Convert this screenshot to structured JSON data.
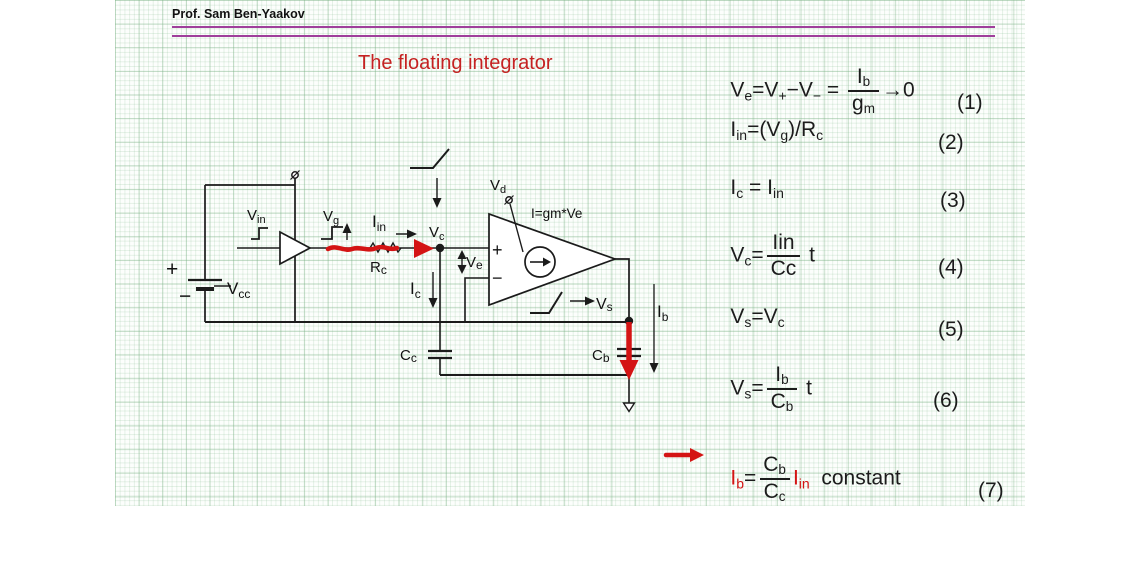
{
  "header": {
    "author": "Prof. Sam Ben-Yaakov"
  },
  "title": "The floating integrator",
  "colors": {
    "rule_purple": "#9f3f9b",
    "title_red": "#c52222",
    "annotation_red": "#d41414"
  },
  "circuit": {
    "vin": {
      "m": "V",
      "s": "in"
    },
    "vg": {
      "m": "V",
      "s": "g"
    },
    "iin": {
      "m": "I",
      "s": "in"
    },
    "rc": {
      "m": "R",
      "s": "c"
    },
    "vc": {
      "m": "V",
      "s": "c"
    },
    "ic": {
      "m": "I",
      "s": "c"
    },
    "cc": {
      "m": "C",
      "s": "c"
    },
    "vcc": {
      "m": "V",
      "s": "cc"
    },
    "ve": {
      "m": "V",
      "s": "e"
    },
    "vd": {
      "m": "V",
      "s": "d"
    },
    "vs": {
      "m": "V",
      "s": "s"
    },
    "cb": {
      "m": "C",
      "s": "b"
    },
    "ib": {
      "m": "I",
      "s": "b"
    },
    "gain": "I=gm*Ve",
    "battery_plus": "+",
    "battery_minus": "−",
    "opamp_plus": "+",
    "opamp_minus": "−"
  },
  "equations": {
    "e1": {
      "t1": "V",
      "s1": "e",
      "t2": "=V",
      "s2": "+",
      "t3": "−V",
      "s3": "−",
      "t4": " = ",
      "fn": "I",
      "fns": "b",
      "fd": "g",
      "fds": "m",
      "t5": "→0",
      "num": "(1)"
    },
    "e2": {
      "t1": "I",
      "s1": "in",
      "t2": "=(V",
      "s2": "g",
      "t3": ")/R",
      "s3": "c",
      "num": "(2)"
    },
    "e3": {
      "t1": "I",
      "s1": "c",
      "t2": " = I",
      "s2": "in",
      "num": "(3)"
    },
    "e4": {
      "t1": "V",
      "s1": "c",
      "t2": "=",
      "fn": "Iin",
      "fd": "Cc",
      "t3": " t",
      "num": "(4)"
    },
    "e5": {
      "t1": "V",
      "s1": "s",
      "t2": "=V",
      "s2": "c",
      "num": "(5)"
    },
    "e6": {
      "t1": "V",
      "s1": "s",
      "t2": "=",
      "fn": "I",
      "fns": "b",
      "fd": "C",
      "fds": "b",
      "t3": " t",
      "num": "(6)"
    },
    "e7": {
      "t1": "I",
      "s1": "b",
      "t2": "=",
      "fn": "C",
      "fns": "b",
      "fd": "C",
      "fds": "c",
      "t3": "I",
      "s3": "in",
      "t4": "  constant",
      "num": "(7)"
    }
  }
}
